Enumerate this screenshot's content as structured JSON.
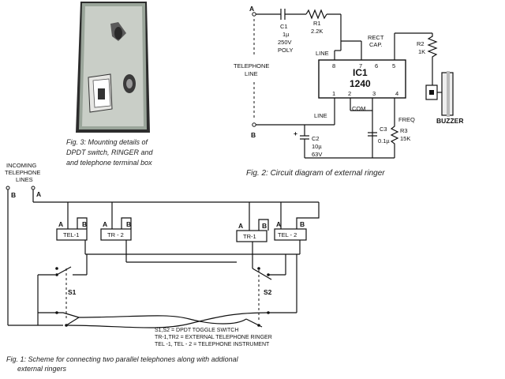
{
  "fig3": {
    "caption": [
      "Fig. 3: Mounting details of",
      "DPDT switch, RINGER and",
      "and telephone terminal box"
    ]
  },
  "fig2": {
    "caption": "Fig. 2: Circuit diagram of external ringer",
    "terminal_a": "A",
    "terminal_b": "B",
    "telephone_line": [
      "TELEPHONE",
      "LINE"
    ],
    "c1": [
      "C1",
      "1µ",
      "250V",
      "POLY"
    ],
    "r1": [
      "R1",
      "2.2K"
    ],
    "r2": [
      "R2",
      "1K"
    ],
    "c2": [
      "C2",
      "10µ",
      "63V"
    ],
    "c3": [
      "C3",
      "0.1µ"
    ],
    "r3": [
      "R3",
      "15K"
    ],
    "c2_plus": "+",
    "ic_name": "IC1",
    "ic_part": "1240",
    "pin_line_top": "LINE",
    "pin_rect_cap": [
      "RECT",
      "CAP."
    ],
    "pin_line_bottom": "LINE",
    "pin_com": "COM",
    "pin_freq": "FREQ",
    "pins_top": [
      "8",
      "7",
      "6",
      "5"
    ],
    "pins_bottom": [
      "1",
      "2",
      "3",
      "4"
    ],
    "buzzer": "BUZZER"
  },
  "fig1": {
    "incoming": [
      "INCOMING",
      "TELEPHONE",
      "LINES"
    ],
    "line_b": "B",
    "line_a": "A",
    "boxes": [
      {
        "label": "TEL-1",
        "a": "A",
        "b": "B"
      },
      {
        "label": "TR - 2",
        "a": "A",
        "b": "B"
      },
      {
        "label": "TR-1",
        "a": "A",
        "b": "B"
      },
      {
        "label": "TEL - 2",
        "a": "A",
        "b": "B"
      }
    ],
    "s1": "S1",
    "s2": "S2",
    "legend": [
      "S1,S2 = DPDT TOGGLE SWITCH",
      "TR-1,TR2 = EXTERNAL TELEPHONE RINGER",
      "TEL -1, TEL - 2 = TELEPHONE INSTRUMENT"
    ],
    "caption": [
      "Fig. 1: Scheme for connecting two parallel telephones along with addional",
      "external ringers"
    ]
  }
}
